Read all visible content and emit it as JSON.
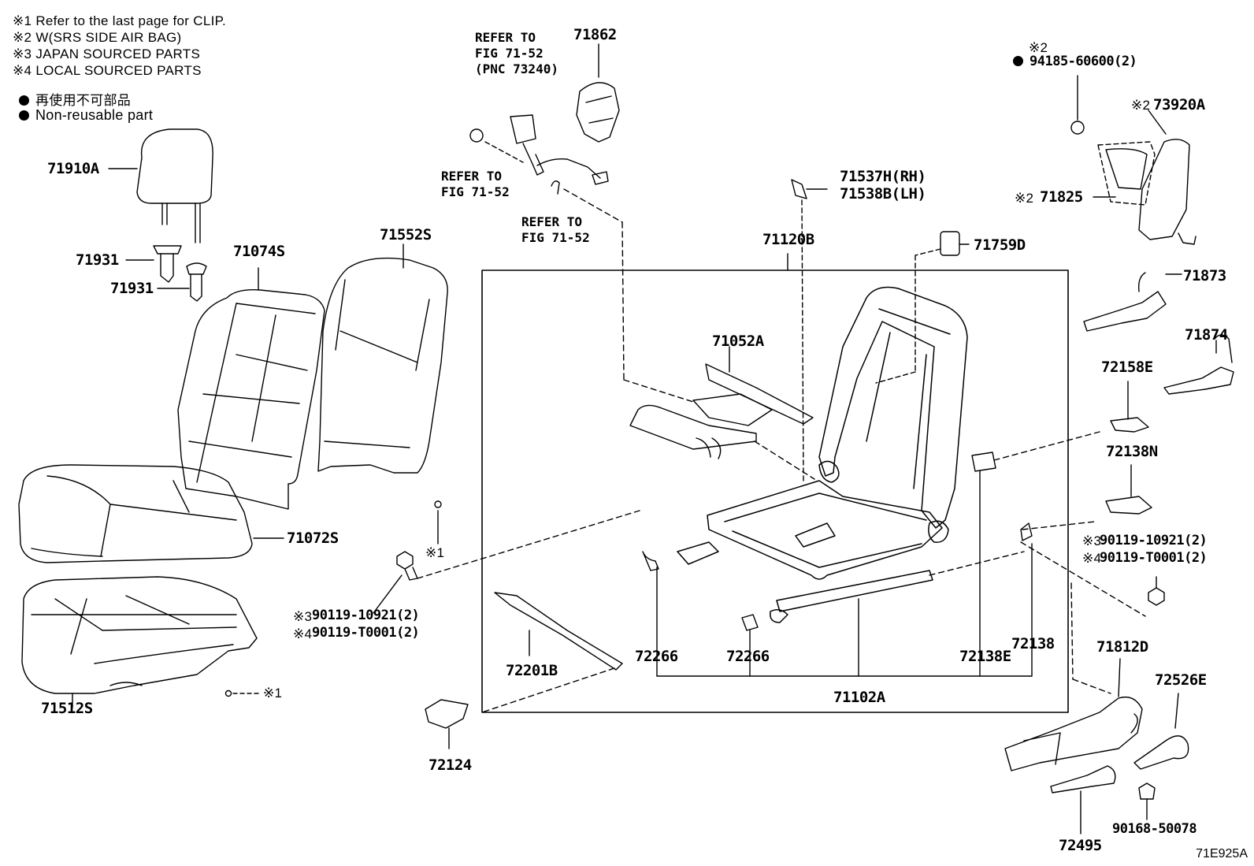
{
  "notes": [
    "※1  Refer to the last page for CLIP.",
    "※2  W(SRS SIDE AIR BAG)",
    "※3  JAPAN SOURCED PARTS",
    "※4  LOCAL SOURCED PARTS"
  ],
  "legend": {
    "jp": "再使用不可部品",
    "en": "Non-reusable part"
  },
  "refs": {
    "r1": "REFER TO\nFIG 71-52\n(PNC 73240)",
    "r2": "REFER TO\nFIG 71-52",
    "r3": "REFER TO\nFIG 71-52"
  },
  "parts": {
    "p71910A": "71910A",
    "p71931a": "71931",
    "p71931b": "71931",
    "p71074S": "71074S",
    "p71552S": "71552S",
    "p71072S": "71072S",
    "p71512S": "71512S",
    "p71862": "71862",
    "p71537H": "71537H(RH)",
    "p71538B": "71538B(LH)",
    "p71120B": "71120B",
    "p71759D": "71759D",
    "p71052A": "71052A",
    "p9418560600": "94185-60600(2)",
    "p73920A": "73920A",
    "p71825": "71825",
    "p71873": "71873",
    "p71874": "71874",
    "p72158E": "72158E",
    "p72138N": "72138N",
    "p9011910921r": "90119-10921(2)",
    "p90119T0001r": "90119-T0001(2)",
    "p9011910921l": "90119-10921(2)",
    "p90119T0001l": "90119-T0001(2)",
    "p72201B": "72201B",
    "p72266a": "72266",
    "p72266b": "72266",
    "p72138E": "72138E",
    "p72138": "72138",
    "p71102A": "71102A",
    "p71812D": "71812D",
    "p72526E": "72526E",
    "p72124": "72124",
    "p72495": "72495",
    "p9016850078": "90168-50078"
  },
  "marks": {
    "m2a": "※2",
    "m2b": "※2",
    "m2c": "※2",
    "m3r": "※3",
    "m4r": "※4",
    "m3l": "※3",
    "m4l": "※4",
    "m1a": "※1",
    "m1b": "※1"
  },
  "figure_id": "71E925A"
}
